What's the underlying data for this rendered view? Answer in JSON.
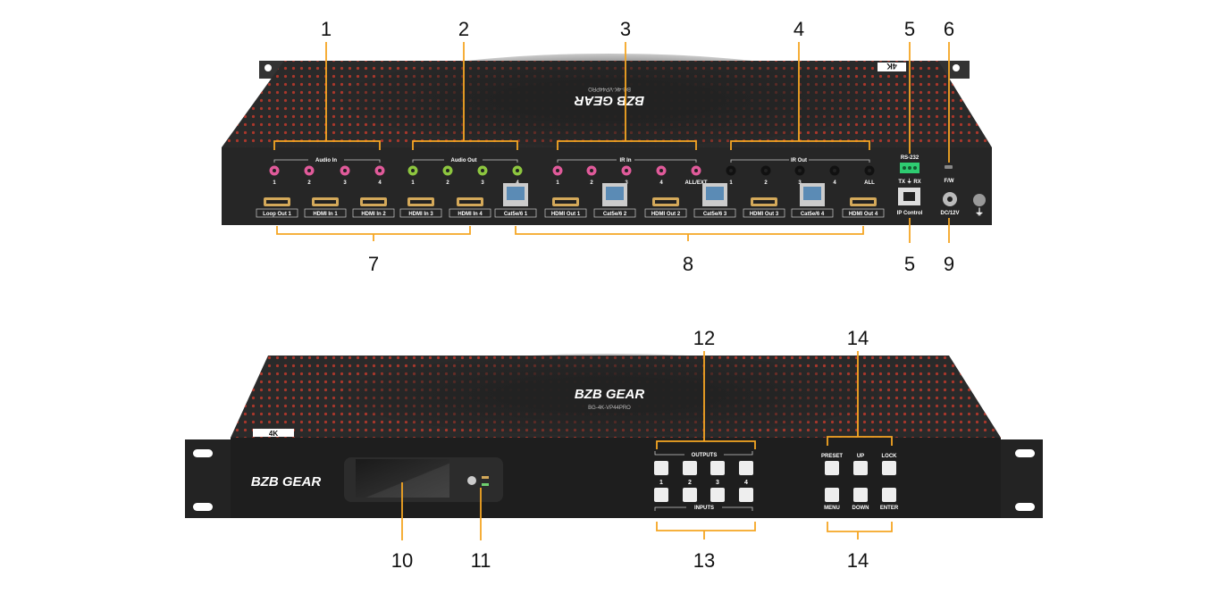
{
  "callouts": {
    "c1": "1",
    "c2": "2",
    "c3": "3",
    "c4": "4",
    "c5_top": "5",
    "c6": "6",
    "c7": "7",
    "c8": "8",
    "c5_bottom": "5",
    "c9": "9",
    "c10": "10",
    "c11": "11",
    "c12": "12",
    "c13": "13",
    "c14_top": "14",
    "c14_bottom": "14"
  },
  "rear_panel": {
    "brand": "BZB GEAR",
    "model": "BG-4K-VP44PRO",
    "badge": "4K",
    "group_audio_in": "Audio In",
    "group_audio_out": "Audio Out",
    "group_ir_in": "IR In",
    "group_ir_out": "IR Out",
    "rs232": "RS-232",
    "rs232_pins": "TX ⏚ RX",
    "fw": "F/W",
    "ip_control": "IP Control",
    "dc": "DC/12V",
    "ground": "⏚",
    "audio_in_nums": [
      "1",
      "2",
      "3",
      "4"
    ],
    "audio_out_nums": [
      "1",
      "2",
      "3",
      "4"
    ],
    "ir_in_nums": [
      "1",
      "2",
      "3",
      "4",
      "ALL/EXT"
    ],
    "ir_out_nums": [
      "1",
      "2",
      "3",
      "4",
      "ALL"
    ],
    "port_labels": [
      "Loop Out 1",
      "HDMI In 1",
      "HDMI In 2",
      "HDMI In 3",
      "HDMI In 4",
      "Cat5e/6 1",
      "HDMI Out 1",
      "Cat5e/6 2",
      "HDMI Out 2",
      "Cat5e/6 3",
      "HDMI Out 3",
      "Cat5e/6 4",
      "HDMI Out 4"
    ]
  },
  "front_panel": {
    "brand": "BZB GEAR",
    "top_brand": "BZB GEAR",
    "model": "BG-4K-VP44PRO",
    "badge": "4K",
    "outputs_label": "OUTPUTS",
    "inputs_label": "INPUTS",
    "channel_nums": [
      "1",
      "2",
      "3",
      "4"
    ],
    "control_top": [
      "PRESET",
      "UP",
      "LOCK"
    ],
    "control_bottom": [
      "MENU",
      "DOWN",
      "ENTER"
    ]
  },
  "colors": {
    "chassis": "#2a2a2a",
    "dots": "#c0392b",
    "leader": "#f5a623",
    "audio_in_jack": "#e05a9a",
    "audio_out_jack": "#8dc63f",
    "ir_in_jack": "#e05a9a",
    "terminal": "#2ecc71",
    "rj45": "#5b8bb5"
  }
}
